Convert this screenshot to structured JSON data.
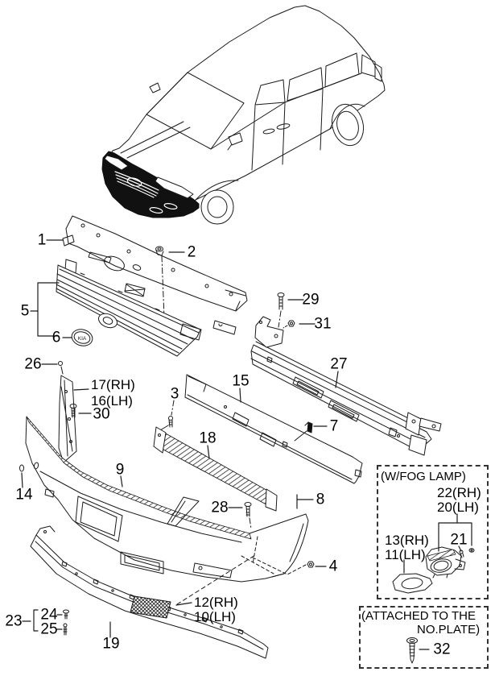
{
  "diagram": {
    "description": "Exploded parts diagram of minivan front bumper assembly",
    "emblem_text": "KIA",
    "labels": {
      "p1": "1",
      "p2": "2",
      "p3": "3",
      "p4": "4",
      "p5": "5",
      "p6": "6",
      "p7": "7",
      "p8": "8",
      "p9": "9",
      "p10": "10(LH)",
      "p11": "11(LH)",
      "p12": "12(RH)",
      "p13": "13(RH)",
      "p14": "14",
      "p15": "15",
      "p16": "16(LH)",
      "p17": "17(RH)",
      "p18": "18",
      "p19": "19",
      "p20": "20(LH)",
      "p21": "21",
      "p22": "22(RH)",
      "p23": "23",
      "p24": "24",
      "p25": "25",
      "p26": "26",
      "p27": "27",
      "p28": "28",
      "p29": "29",
      "p30": "30",
      "p31": "31",
      "p32": "32"
    },
    "boxes": {
      "fog_lamp": {
        "title": "(W/FOG LAMP)"
      },
      "no_plate": {
        "title_line1": "(ATTACHED TO THE",
        "title_line2": "NO.PLATE)"
      }
    },
    "colors": {
      "line": "#1a1a1a",
      "background": "#ffffff"
    }
  }
}
